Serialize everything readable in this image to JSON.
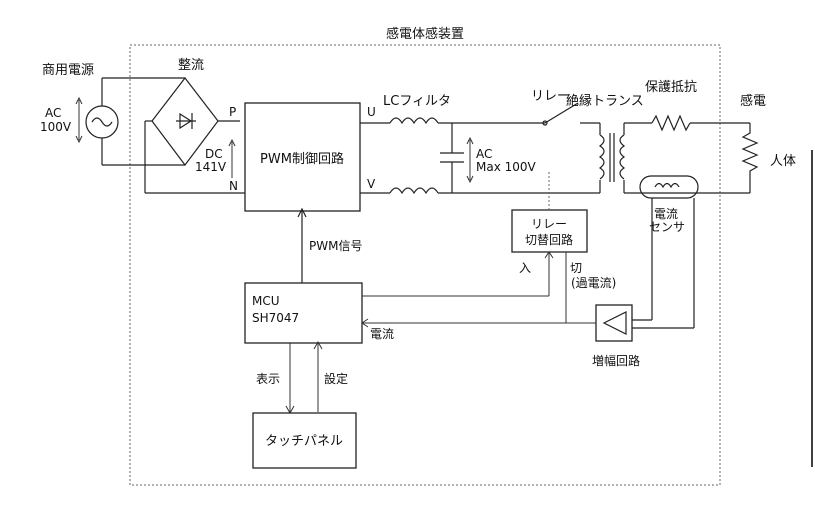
{
  "title": "感電体感装置",
  "labels": {
    "commercial_power": "商用電源",
    "ac_in_1": "AC",
    "ac_in_2": "100V",
    "rectifier": "整流",
    "p": "P",
    "n": "N",
    "dc_1": "DC",
    "dc_2": "141V",
    "pwm_block": "PWM制御回路",
    "u": "U",
    "v": "V",
    "lc_filter": "LCフィルタ",
    "ac_out_1": "AC",
    "ac_out_2": "Max 100V",
    "relay": "リレー",
    "iso_trans": "絶縁トランス",
    "prot_res": "保護抵抗",
    "shock": "感電",
    "human": "人体",
    "relay_switch_1": "リレー",
    "relay_switch_2": "切替回路",
    "current_sensor_1": "電流",
    "current_sensor_2": "センサ",
    "pwm_signal": "PWM信号",
    "on": "入",
    "off_1": "切",
    "off_2": "(過電流)",
    "mcu_1": "MCU",
    "mcu_2": "SH7047",
    "current": "電流",
    "amp": "増幅回路",
    "display": "表示",
    "setting": "設定",
    "touch_panel": "タッチパネル"
  }
}
